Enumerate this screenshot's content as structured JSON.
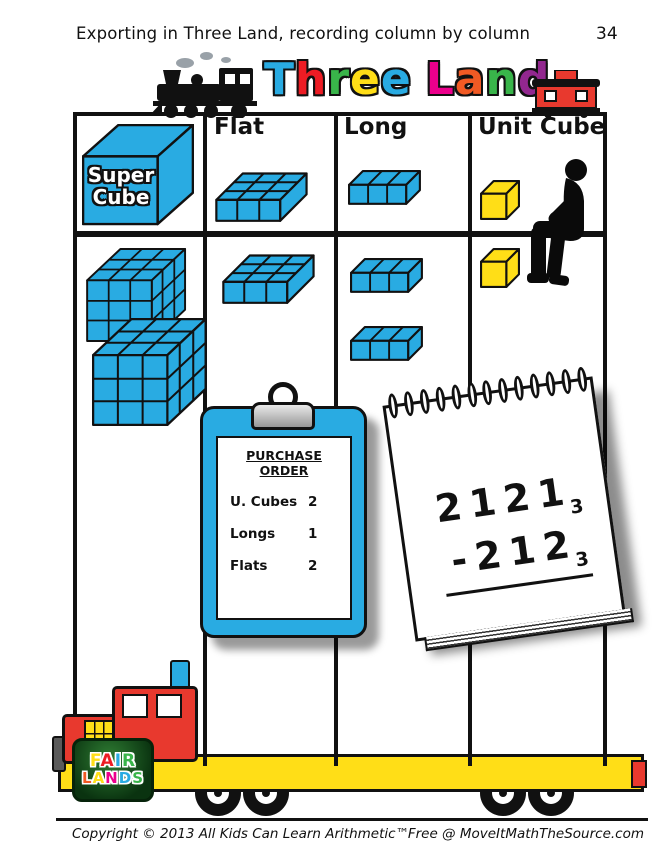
{
  "page": {
    "title": "Exporting in Three Land, recording column by column",
    "page_number": "34",
    "footer_left": "Copyright © 2013 All Kids Can Learn Arithmetic™",
    "footer_right": "Free @ MoveItMathTheSource.com"
  },
  "logo": {
    "title_letters": [
      {
        "char": "T",
        "color": "#29ABE2"
      },
      {
        "char": "h",
        "color": "#ED1C24"
      },
      {
        "char": "r",
        "color": "#39B54A"
      },
      {
        "char": "e",
        "color": "#FFDE17"
      },
      {
        "char": "e",
        "color": "#29ABE2"
      },
      {
        "char": " ",
        "color": "#111111"
      },
      {
        "char": "L",
        "color": "#EC008C"
      },
      {
        "char": "a",
        "color": "#F15A24"
      },
      {
        "char": "n",
        "color": "#39B54A"
      },
      {
        "char": "d",
        "color": "#92278F"
      }
    ]
  },
  "table": {
    "headers": {
      "supercube_line1": "Super",
      "supercube_line2": "Cube",
      "flat": "Flat",
      "long": "Long",
      "unit_cube": "Unit Cube"
    },
    "blocks_shown": {
      "supercube_stacks": 2,
      "flats": 1,
      "longs": 2,
      "unit_cubes": 1
    }
  },
  "purchase_order": {
    "title": "PURCHASE ORDER",
    "items": [
      {
        "label": "U. Cubes",
        "qty": "2"
      },
      {
        "label": "Longs",
        "qty": "1"
      },
      {
        "label": "Flats",
        "qty": "2"
      }
    ]
  },
  "notepad": {
    "minuend": "2121",
    "minuend_base": "3",
    "subtrahend_sign": "-",
    "subtrahend": "212",
    "subtrahend_base": "3"
  },
  "sign": {
    "row1": [
      {
        "char": "F",
        "color": "#FFDE17"
      },
      {
        "char": "A",
        "color": "#ED1C24"
      },
      {
        "char": "I",
        "color": "#29ABE2"
      },
      {
        "char": "R",
        "color": "#39B54A"
      }
    ],
    "row2": [
      {
        "char": "L",
        "color": "#F15A24"
      },
      {
        "char": "A",
        "color": "#FFDE17"
      },
      {
        "char": "N",
        "color": "#EC008C"
      },
      {
        "char": "D",
        "color": "#29ABE2"
      },
      {
        "char": "S",
        "color": "#39B54A"
      }
    ]
  },
  "colors": {
    "blue": "#29ABE2",
    "yellow": "#FFDE17",
    "red": "#E8392E",
    "ink": "#111111"
  }
}
